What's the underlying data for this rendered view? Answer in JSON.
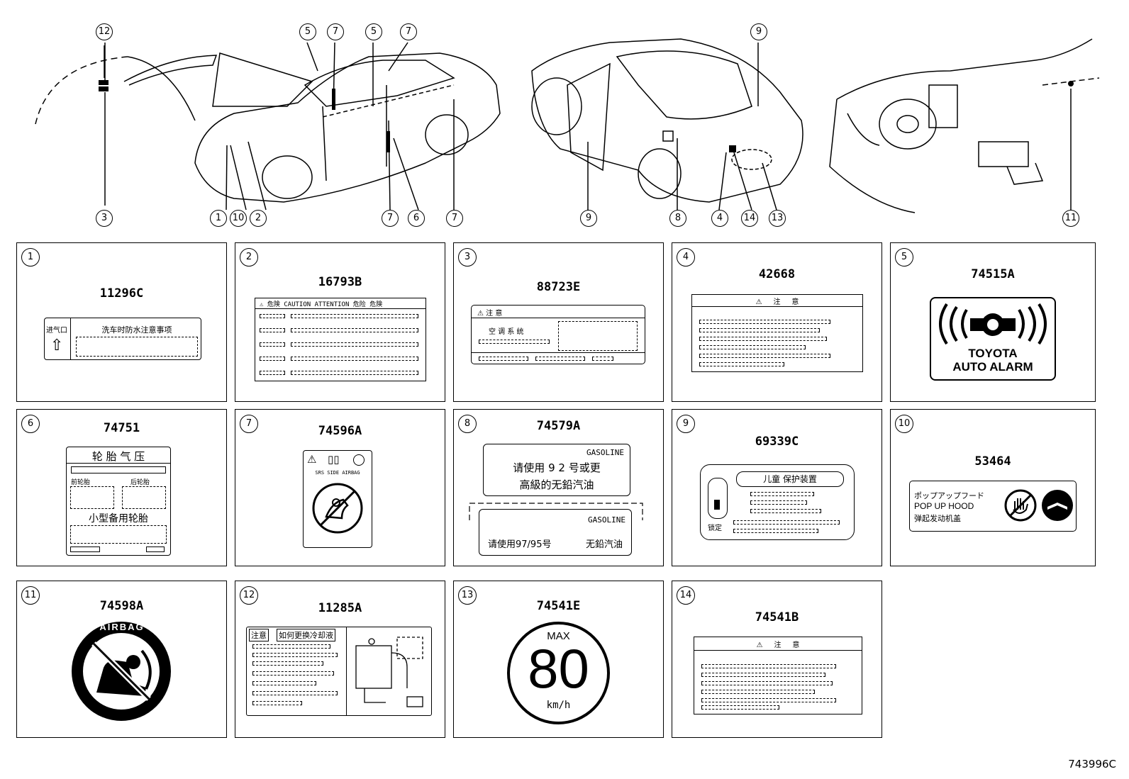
{
  "doc_id": "743996C",
  "callout_numbers": {
    "c12": "12",
    "c3": "3",
    "c5a": "5",
    "c7a": "7",
    "c5b": "5",
    "c7b": "7",
    "c1": "1",
    "c10": "10",
    "c2": "2",
    "c7c": "7",
    "c6": "6",
    "c7d": "7",
    "c9a": "9",
    "c9b": "9",
    "c8": "8",
    "c4": "4",
    "c14": "14",
    "c13": "13",
    "c11": "11"
  },
  "panels": {
    "p1": {
      "num": "1",
      "part": "11296C",
      "left_text": "进气口",
      "title": "洗车时防水注意事项"
    },
    "p2": {
      "num": "2",
      "part": "16793B",
      "header": "⚠ 危険 CAUTION ATTENTION 危险 危険"
    },
    "p3": {
      "num": "3",
      "part": "88723E",
      "header": "⚠ 注 意",
      "system": "空 调 系 统"
    },
    "p4": {
      "num": "4",
      "part": "42668",
      "header": "⚠     注     意"
    },
    "p5": {
      "num": "5",
      "part": "74515A",
      "line1": "TOYOTA",
      "line2": "AUTO ALARM"
    },
    "p6": {
      "num": "6",
      "part": "74751",
      "title": "轮 胎 气 压",
      "front": "前轮胎",
      "rear": "后轮胎",
      "spare": "小型备用轮胎"
    },
    "p7": {
      "num": "7",
      "part": "74596A",
      "caption": "SRS SIDE AIRBAG"
    },
    "p8": {
      "num": "8",
      "part": "74579A",
      "fuel_a": "GASOLINE",
      "line_a1": "请使用 9 2 号或更",
      "line_a2": "高級的无鉛汽油",
      "fuel_b": "GASOLINE",
      "line_b_left": "请使用97/95号",
      "line_b_right": "无鉛汽油"
    },
    "p9": {
      "num": "9",
      "part": "69339C",
      "title": "儿童 保护装置",
      "fixed": "锁定"
    },
    "p10": {
      "num": "10",
      "part": "53464",
      "line1": "ポップアップフード",
      "line2": "POP UP HOOD",
      "line3": "弹起发动机盖"
    },
    "p11": {
      "num": "11",
      "part": "74598A",
      "ring_text": "AIRBAG"
    },
    "p12": {
      "num": "12",
      "part": "11285A",
      "head1": "注意",
      "head2": "如何更换冷却液"
    },
    "p13": {
      "num": "13",
      "part": "74541E",
      "max": "MAX",
      "speed": "80",
      "unit": "km/h"
    },
    "p14": {
      "num": "14",
      "part": "74541B",
      "header": "⚠     注     意"
    }
  }
}
